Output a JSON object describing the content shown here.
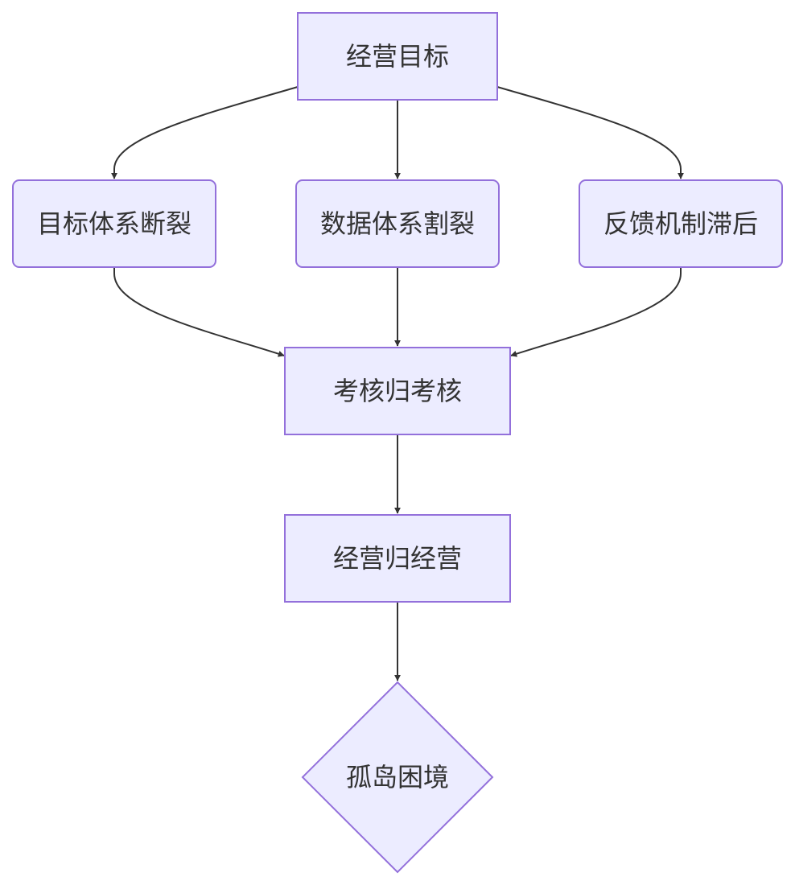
{
  "diagram": {
    "colors": {
      "node_fill": "#ECECFF",
      "node_stroke": "#9370DB",
      "edge": "#333333",
      "text": "#333333"
    },
    "nodes": {
      "goal": "经营目标",
      "target_break": "目标体系断裂",
      "data_split": "数据体系割裂",
      "feedback_lag": "反馈机制滞后",
      "assessment": "考核归考核",
      "operation": "经营归经营",
      "island": "孤岛困境"
    }
  }
}
